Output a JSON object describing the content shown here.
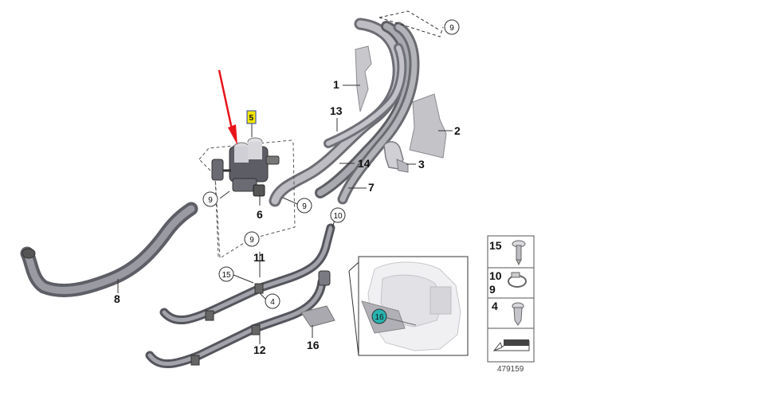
{
  "diagram": {
    "callouts": {
      "c1": "1",
      "c2": "2",
      "c3": "3",
      "c4": "4",
      "c5": "5",
      "c6": "6",
      "c7": "7",
      "c8": "8",
      "c9_top": "9",
      "c9_left": "9",
      "c9_mid": "9",
      "c9_bottom": "9",
      "c10": "10",
      "c11": "11",
      "c12": "12",
      "c13": "13",
      "c14": "14",
      "c15": "15",
      "c16": "16",
      "c16_inset": "16"
    },
    "legend": {
      "row1": "15",
      "row2_top": "10",
      "row2_bottom": "9",
      "row3": "4"
    },
    "part_number": "479159",
    "colors": {
      "pipe": "#8a8a92",
      "pipe_light": "#c9c9cf",
      "arrow": "#e8141b",
      "highlight": "#f2e600",
      "inset_badge": "#27b3b0"
    }
  }
}
